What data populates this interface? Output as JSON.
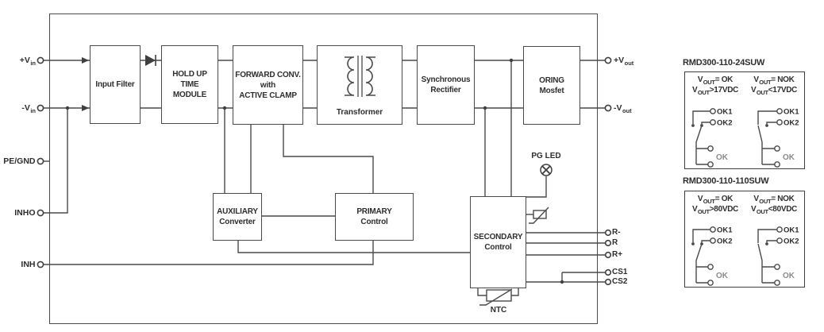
{
  "diagram": {
    "blocks": {
      "input_filter": "Input Filter",
      "holdup": "HOLD UP\nTIME\nMODULE",
      "forward": "FORWARD CONV.\nwith\nACTIVE CLAMP",
      "transformer": "Transformer",
      "sync_rect": "Synchronous\nRectifier",
      "oring": "ORING\nMosfet",
      "aux": "AUXILIARY\nConverter",
      "primary": "PRIMARY\nControl",
      "secondary": "SECONDARY\nControl"
    },
    "labels": {
      "pg_led": "PG LED",
      "ntc": "NTC"
    },
    "left_terminals": [
      {
        "main": "+V",
        "sub": "in"
      },
      {
        "main": "-V",
        "sub": "in"
      },
      {
        "main": "PE/GND",
        "sub": ""
      },
      {
        "main": "INHO",
        "sub": ""
      },
      {
        "main": "INH",
        "sub": ""
      }
    ],
    "right_terminals": [
      {
        "main": "+V",
        "sub": "out"
      },
      {
        "main": "-V",
        "sub": "out"
      },
      {
        "main": "R-",
        "sub": ""
      },
      {
        "main": "R",
        "sub": ""
      },
      {
        "main": "R+",
        "sub": ""
      },
      {
        "main": "CS1",
        "sub": ""
      },
      {
        "main": "CS2",
        "sub": ""
      }
    ]
  },
  "tables": [
    {
      "title": "RMD300-110-24SUW",
      "ok_header": {
        "v": "V",
        "sub": "OUT",
        "eq": "= OK",
        "v2": "V",
        "sub2": "OUT",
        "cond": ">17VDC"
      },
      "nok_header": {
        "v": "V",
        "sub": "OUT",
        "eq": "= NOK",
        "v2": "V",
        "sub2": "OUT",
        "cond": "<17VDC"
      },
      "contacts": {
        "ok1": "OK1",
        "ok2": "OK2",
        "common": "OK"
      }
    },
    {
      "title": "RMD300-110-110SUW",
      "ok_header": {
        "v": "V",
        "sub": "OUT",
        "eq": "= OK",
        "v2": "V",
        "sub2": "OUT",
        "cond": ">80VDC"
      },
      "nok_header": {
        "v": "V",
        "sub": "OUT",
        "eq": "= NOK",
        "v2": "V",
        "sub2": "OUT",
        "cond": "<80VDC"
      },
      "contacts": {
        "ok1": "OK1",
        "ok2": "OK2",
        "common": "OK"
      }
    }
  ],
  "colors": {
    "line": "#4a4a4a",
    "text": "#2e2e2e",
    "muted": "#8a8a8a"
  }
}
